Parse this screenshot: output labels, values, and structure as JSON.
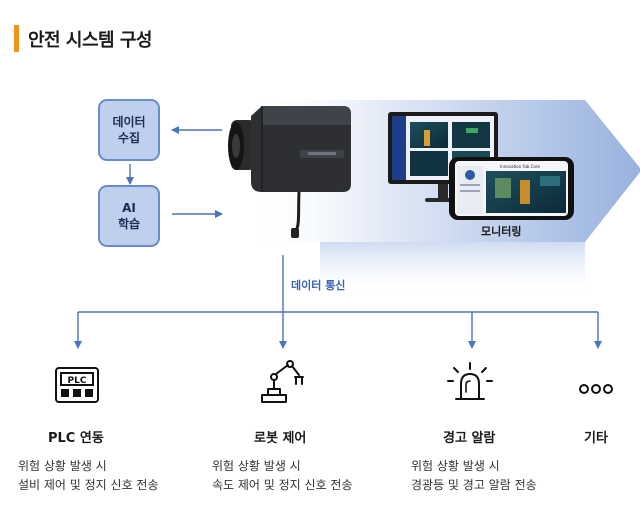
{
  "page": {
    "title": "안전 시스템 구성"
  },
  "boxes": {
    "data_collect": {
      "line1": "데이터",
      "line2": "수집"
    },
    "ai_learn": {
      "line1": "AI",
      "line2": "학습"
    }
  },
  "monitoring": {
    "label": "모니터링",
    "phone_header": "Innovation Fab Core"
  },
  "network": {
    "label": "데이터 통신"
  },
  "categories": [
    {
      "title": "PLC 연동",
      "icon_text": "PLC",
      "desc_line1": "위험 상황 발생 시",
      "desc_line2": "설비 제어 및 정지 신호 전송"
    },
    {
      "title": "로봇 제어",
      "desc_line1": "위험 상황 발생 시",
      "desc_line2": "속도 제어 및 정지 신호 전송"
    },
    {
      "title": "경고 알람",
      "desc_line1": "위험 상황 발생 시",
      "desc_line2": "경광등 및 경고 알람 전송"
    },
    {
      "title": "기타",
      "icon_text": "ooo"
    }
  ],
  "icons": [
    "plc-panel-icon",
    "robot-arm-icon",
    "warning-light-icon",
    "more-icon",
    "camera-icon",
    "monitor-icon",
    "smartphone-icon"
  ],
  "colors": {
    "accent": "#f0931e",
    "box_fill": "#bfd0ee",
    "box_border": "#6a8cc9",
    "line": "#4a73c0",
    "network_label": "#3a63b8"
  }
}
